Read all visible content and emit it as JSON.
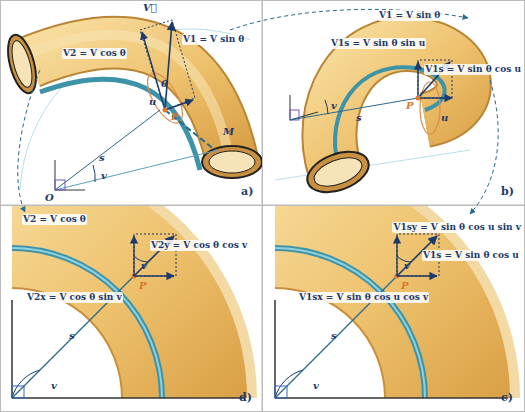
{
  "diagram": {
    "labels": [
      "V⃗",
      "V1 = V sin θ",
      "V2 = V cos θ",
      "θ",
      "u",
      "P",
      "s",
      "v",
      "M",
      "O",
      "a)",
      "V1 = V sin θ",
      "V1s = V sin θ sin u",
      "V1s = V sin θ cos u",
      "u",
      "P",
      "s",
      "v",
      "b)",
      "V1sy = V sin θ cos u sin v",
      "V1s = V sin θ cos u",
      "V1sx = V sin θ cos u cos v",
      "v",
      "P",
      "s",
      "v",
      "c)",
      "V2 = V cos θ",
      "V2y = V cos θ cos v",
      "V2x = V cos θ sin v",
      "v",
      "P",
      "s",
      "v",
      "d)"
    ]
  }
}
